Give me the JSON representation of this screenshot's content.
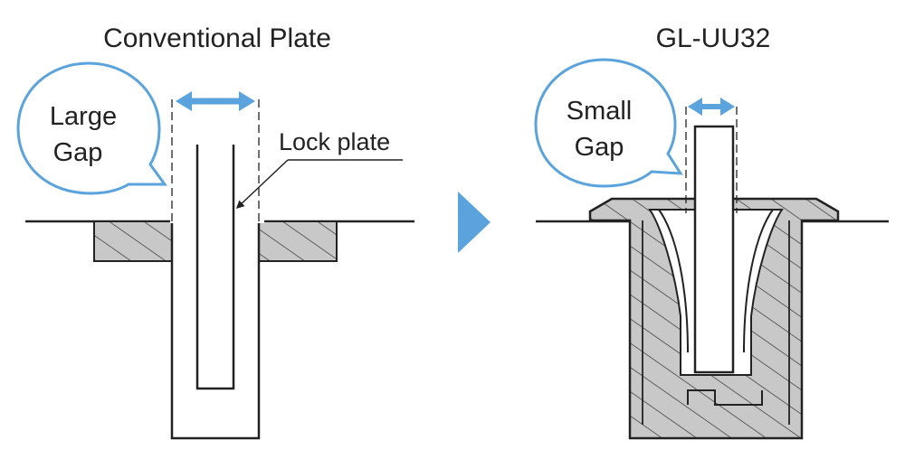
{
  "left_panel": {
    "title": "Conventional Plate",
    "bubble_line1": "Large",
    "bubble_line2": "Gap",
    "lock_label": "Lock plate"
  },
  "right_panel": {
    "title": "GL-UU32",
    "bubble_line1": "Small",
    "bubble_line2": "Gap"
  },
  "colors": {
    "accent_blue": "#5aa3dc",
    "hatch_fill": "#c8c8c8",
    "outline": "#222222"
  }
}
